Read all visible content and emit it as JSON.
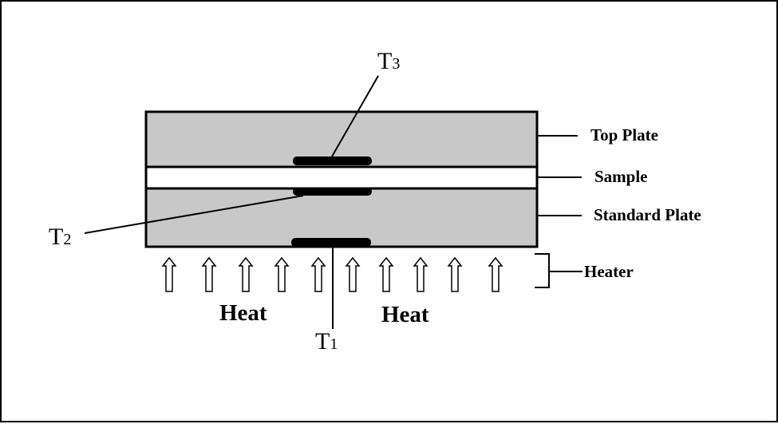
{
  "labels": {
    "top_plate": "Top Plate",
    "sample": "Sample",
    "standard_plate": "Standard Plate",
    "heater": "Heater",
    "heat_left": "Heat",
    "heat_right": "Heat"
  },
  "thermocouples": {
    "t1": {
      "main": "T",
      "sub": "1"
    },
    "t2": {
      "main": "T",
      "sub": "2"
    },
    "t3": {
      "main": "T",
      "sub": "3"
    }
  },
  "colors": {
    "plate": "#c8c8c8",
    "sample": "#ffffff",
    "stroke": "#000000"
  },
  "arrow_count": 10
}
